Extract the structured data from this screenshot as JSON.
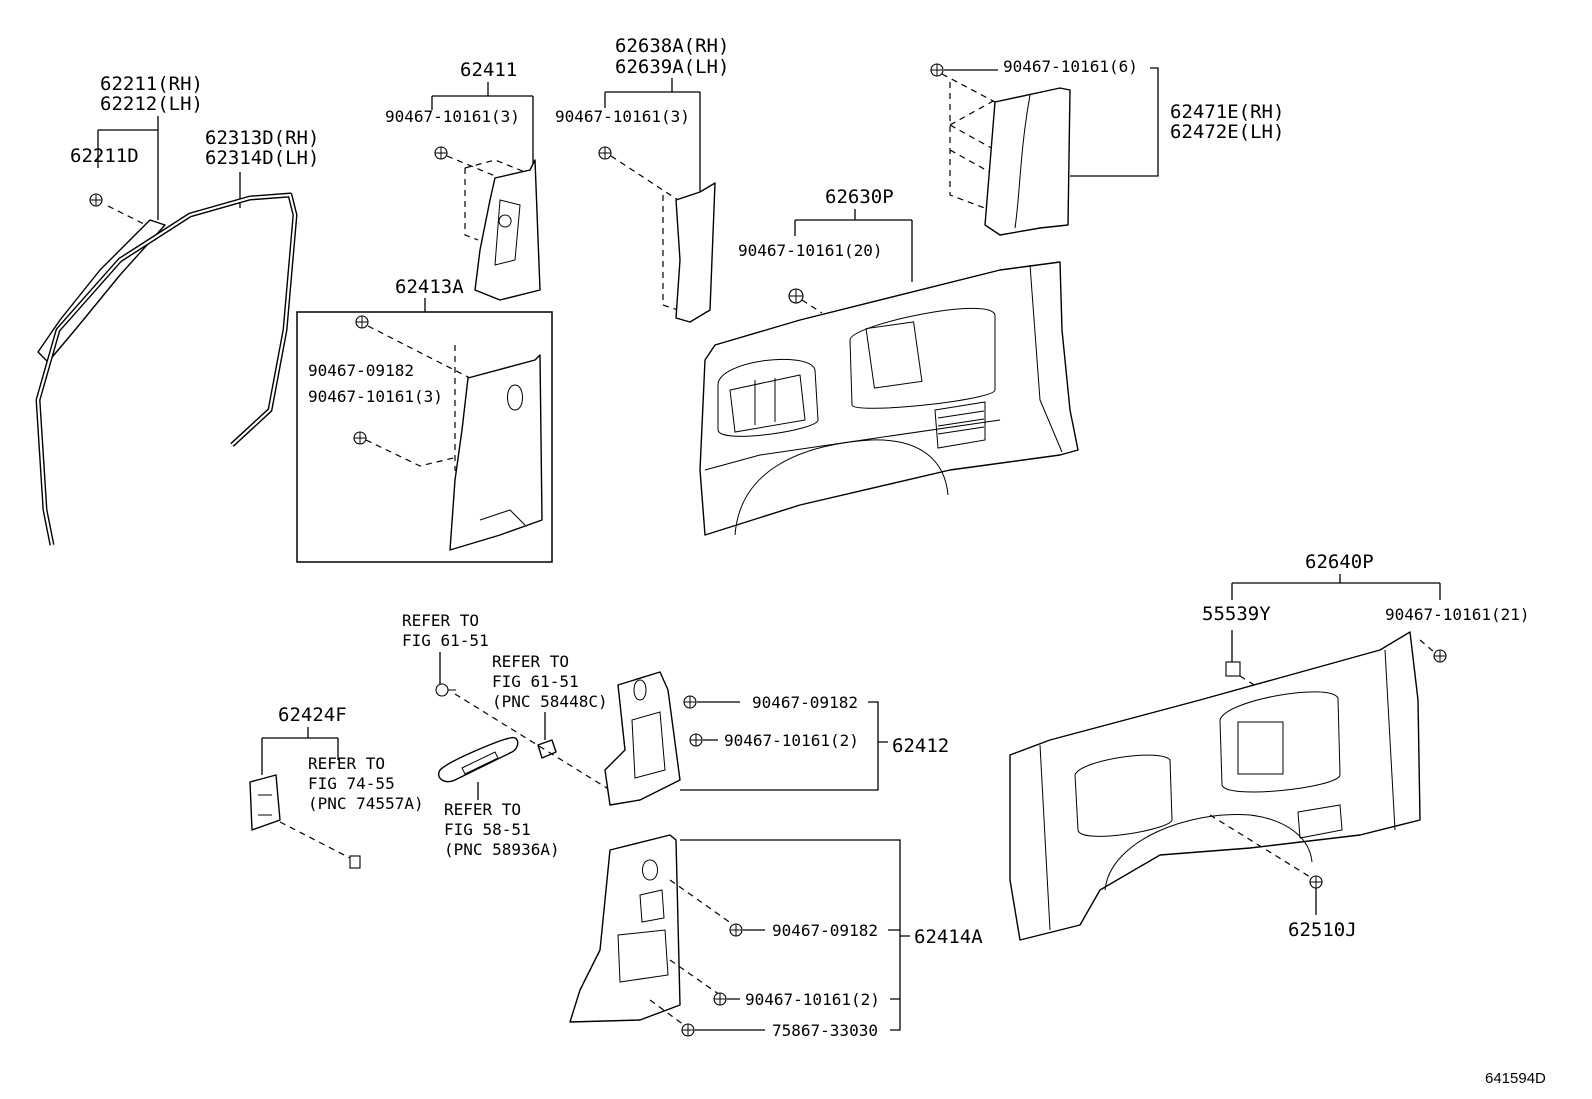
{
  "labels": {
    "p62211": "62211(RH)",
    "p62212": "62212(LH)",
    "p62211D": "62211D",
    "p62313D": "62313D(RH)",
    "p62314D": "62314D(LH)",
    "p62411": "62411",
    "c62411": "90467-10161(3)",
    "p62413A": "62413A",
    "c62413A_a": "90467-09182",
    "c62413A_b": "90467-10161(3)",
    "p62638A": "62638A(RH)",
    "p62639A": "62639A(LH)",
    "c62638": "90467-10161(3)",
    "c62471": "90467-10161(6)",
    "p62471E": "62471E(RH)",
    "p62472E": "62472E(LH)",
    "p62630P": "62630P",
    "c62630": "90467-10161(20)",
    "p62640P": "62640P",
    "p55539Y": "55539Y",
    "c62640": "90467-10161(21)",
    "p62510J": "62510J",
    "p62424F": "62424F",
    "ref7455_1": "REFER TO",
    "ref7455_2": "FIG 74-55",
    "ref7455_3": "(PNC 74557A)",
    "ref6151a_1": "REFER TO",
    "ref6151a_2": "FIG 61-51",
    "ref6151b_1": "REFER TO",
    "ref6151b_2": "FIG 61-51",
    "ref6151b_3": "(PNC 58448C)",
    "ref5851_1": "REFER TO",
    "ref5851_2": "FIG 58-51",
    "ref5851_3": "(PNC 58936A)",
    "c62412_a": "90467-09182",
    "c62412_b": "90467-10161(2)",
    "p62412": "62412",
    "c62414_a": "90467-09182",
    "p62414A": "62414A",
    "c62414_b": "90467-10161(2)",
    "c62414_c": "75867-33030",
    "figure_id": "641594D"
  },
  "colors": {
    "line": "#000000",
    "background": "#ffffff"
  }
}
